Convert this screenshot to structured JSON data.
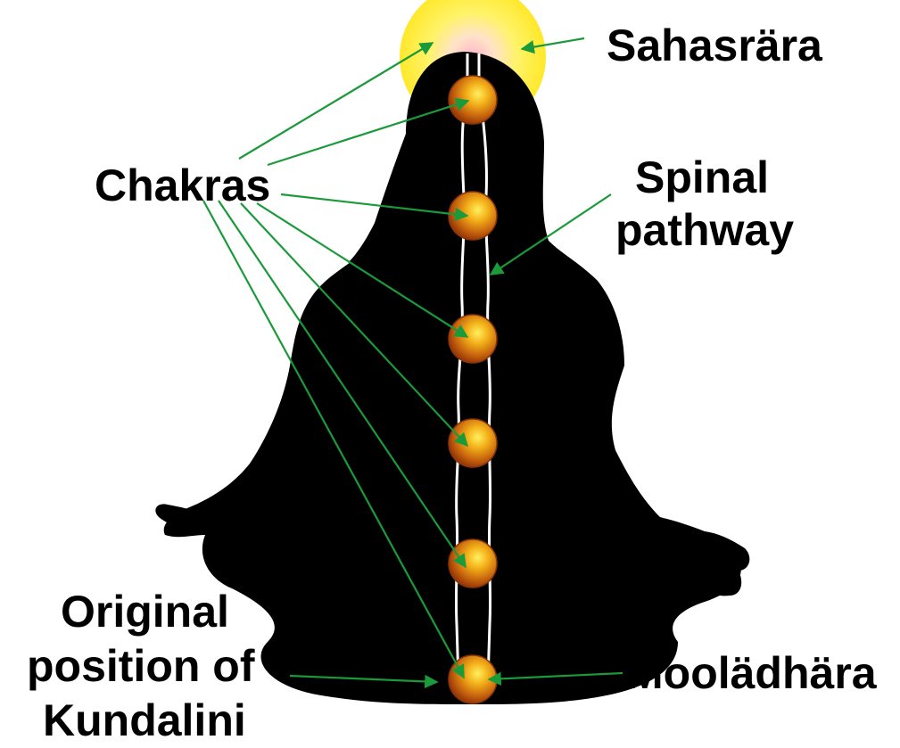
{
  "labels": {
    "sahasrara": "Sahasrära",
    "chakras": "Chakras",
    "spinal_line1": "Spinal",
    "spinal_line2": "pathway",
    "original_line1": "Original",
    "original_line2": "position of",
    "original_line3": "Kundalini",
    "mooladhara": "Moolädhära"
  },
  "colors": {
    "silhouette": "#000000",
    "arrow": "#1a9a3a",
    "halo": "#ffef3a",
    "chakra_core": "#ffd21a",
    "chakra_edge": "#b4480a",
    "spine": "#ffffff"
  },
  "chakra_count": 6
}
